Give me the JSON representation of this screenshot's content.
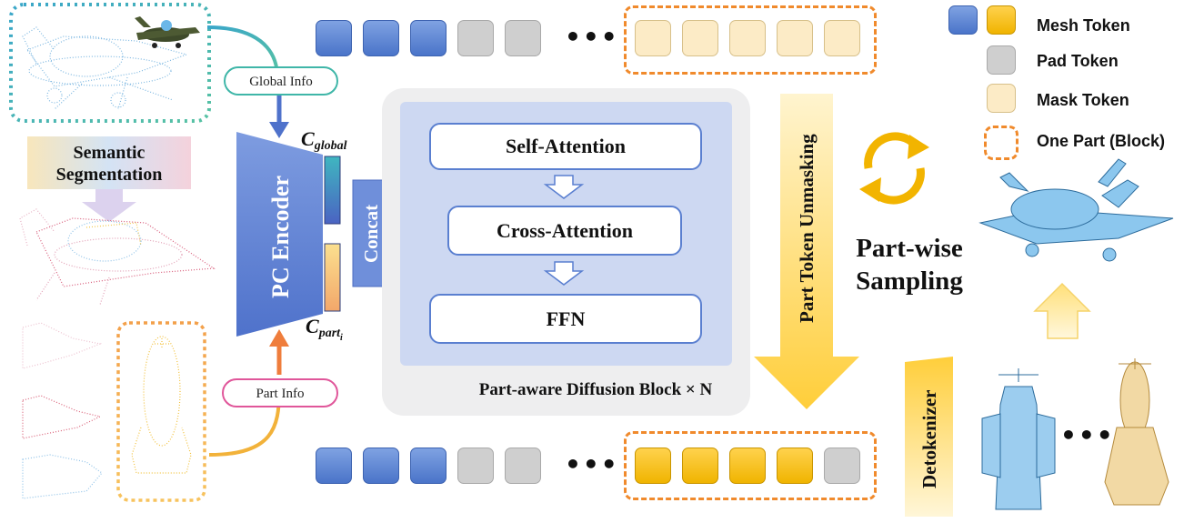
{
  "labels": {
    "global_info": "Global Info",
    "part_info": "Part Info",
    "semantic_segmentation": "Semantic Segmentation",
    "pc_encoder": "PC Encoder",
    "c_global_base": "C",
    "c_global_sub": "global",
    "c_part_base": "C",
    "c_part_sub": "part",
    "c_part_subsub": "i",
    "concat": "Concat",
    "self_attention": "Self-Attention",
    "cross_attention": "Cross-Attention",
    "ffn": "FFN",
    "diffusion_block": "Part-aware Diffusion Block × N",
    "part_token_unmasking": "Part Token Unmasking",
    "partwise_sampling_line1": "Part-wise",
    "partwise_sampling_line2": "Sampling",
    "detokenizer": "Detokenizer",
    "ellipsis": "•••"
  },
  "legend": [
    {
      "label": "Mesh Token",
      "icon": "mesh-token-icon"
    },
    {
      "label": "Pad Token",
      "icon": "pad-token-icon"
    },
    {
      "label": "Mask Token",
      "icon": "mask-token-icon"
    },
    {
      "label": "One Part (Block)",
      "icon": "part-block-icon"
    }
  ],
  "colors": {
    "mesh_blue": "#4a74c9",
    "mesh_yellow": "#f0b400",
    "pad": "#cfcfcf",
    "mask": "#fcebc6",
    "part_block": "#f08a2c",
    "global_teal": "#3fb6a8",
    "part_pink": "#e0569a",
    "encoder": "#5b7fd4"
  },
  "token_rows": {
    "top": [
      "mesh",
      "mesh",
      "mesh",
      "pad",
      "pad",
      "mask",
      "mask",
      "mask",
      "mask",
      "mask"
    ],
    "bottom": [
      "mesh",
      "mesh",
      "mesh",
      "pad",
      "pad",
      "mesh_yellow",
      "mesh_yellow",
      "mesh_yellow",
      "mesh_yellow",
      "pad"
    ]
  }
}
